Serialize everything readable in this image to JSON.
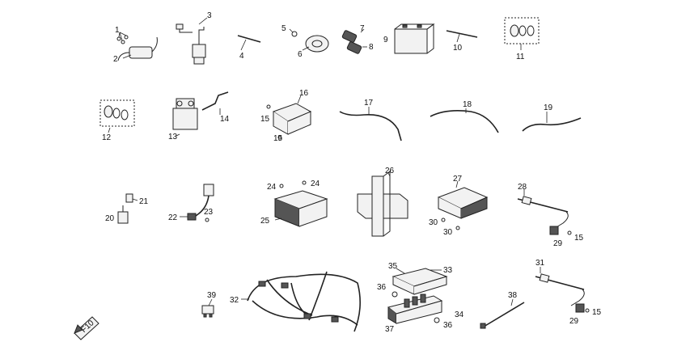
{
  "labels": {
    "l1": "1",
    "l2": "2",
    "l3": "3",
    "l4": "4",
    "l5": "5",
    "l6": "6",
    "l7": "7",
    "l8": "8",
    "l9": "9",
    "l10": "10",
    "l11": "11",
    "l12": "12",
    "l13": "13",
    "l14": "14",
    "l15a": "15",
    "l15b": "15",
    "l16": "16",
    "l17": "17",
    "l18": "18",
    "l19": "19",
    "l20": "20",
    "l21": "21",
    "l22": "22",
    "l23": "23",
    "l24a": "24",
    "l24b": "24",
    "l25": "25",
    "l26": "26",
    "l27": "27",
    "l28": "28",
    "l29a": "29",
    "l15c": "15",
    "l30a": "30",
    "l30b": "30",
    "l31": "31",
    "l29b": "29",
    "l15d": "15",
    "l32": "32",
    "l33": "33",
    "l34": "34",
    "l35": "35",
    "l36a": "36",
    "l36b": "36",
    "l37": "37",
    "l38": "38",
    "l39": "39"
  },
  "badge": {
    "text": "F10"
  }
}
